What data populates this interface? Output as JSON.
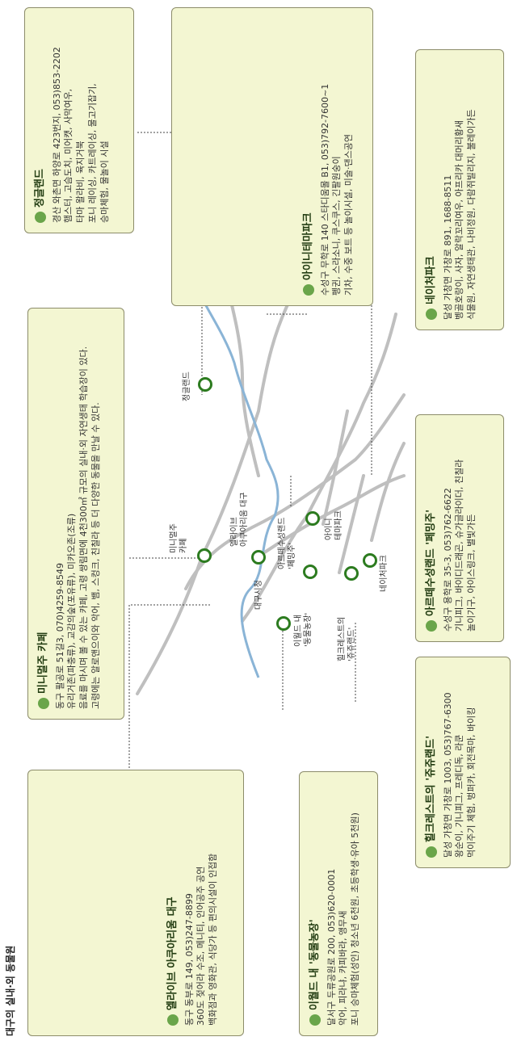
{
  "page_title": "대구의 실내·외 동물원",
  "map": {
    "labels": {
      "jungle": "정글랜드",
      "minimal": "미니멀주\n카페",
      "aqua": "엘라이브\n아쿠아리움 대구",
      "daegu_city": "대구시청",
      "eworld": "이월드 내\n'동물농장'",
      "art": "아르떼수성랜드\n'페밍주'",
      "iny": "아이니\n테마파크",
      "hill": "힐크레스트의\n'쥬쥬랜드'",
      "nature": "네이처파크"
    }
  },
  "places": [
    {
      "id": "aqua",
      "title": "엘라이브 아쿠아리움 대구",
      "lines": [
        "동구 동부로 149, 053)247-8899",
        "360도 젖어라 수조, 메니티, 인어공주 공연",
        "백화점과 영화관, 식당가 등 편의시설이 인접함"
      ]
    },
    {
      "id": "eworld",
      "title": "이월드 내 '동물농장'",
      "lines": [
        "달서구 두류공원로 200, 053)620-0001",
        "악어, 피라냐, 카피바라, 앵무새",
        "포니 승마체험(성인) 청소년 6천원, 초등학생·유아 5천원)"
      ]
    },
    {
      "id": "hill",
      "title": "힐크레스트의 '쥬쥬랜드'",
      "lines": [
        "달성 가창면 가창로 1003, 053)767-6300",
        "왕순이, 기니피그, 프레디독, 라쿤",
        "먹이주기 체험, 벙퍼카, 회전목마, 바이킹"
      ]
    },
    {
      "id": "minimal",
      "title": "미니멀주 카페",
      "lines": [
        "동구 팔공로 51길3, 070)4259-8549",
        "유리거존(파충류), 교감의숲(포유류), 미카오존(조류)",
        "음료를 마시며 볼 수 있는 카페, 고령 쌍림면에 4천300㎡ 규모의 실내·외 자연생태 학습장이 있다.",
        "고령에는 알로앤으이와 악어, 뱀, 스컹크, 친칠라 등 더 다양한 동물을 만날 수 있다."
      ]
    },
    {
      "id": "art",
      "title": "아르떼수성랜드 '페밍주'",
      "lines": [
        "수성구 용학로 35-3, 053)762-6622",
        "기니피그, 바이디드래곤, 슈가글라이더, 친칠라",
        "놀이기구, 아이스링크, 별빛가든"
      ]
    },
    {
      "id": "jungle",
      "title": "정글랜드",
      "lines": [
        "경산 와촌면 하양로 423번지, 053)853-2202",
        "햄스터, 고슴도치, 미어캣, 사막여우,",
        "타마 왈라비, 육지거북",
        "포니 레이싱, 카트레이싱, 물고기잡기,",
        "승마체험, 물놀이 시설"
      ]
    },
    {
      "id": "iny",
      "title": "아이니테마파크",
      "lines": [
        "수성구 무학로 140 스타디움몰 B1, 053)792-7600~1",
        "펭귄, 스라소니, 쿠스쿠스, 긴팔원숭이",
        "기차, 수중 보트 등 놀이시설, 미술·댄스공연"
      ]
    },
    {
      "id": "nature",
      "title": "네이처파크",
      "lines": [
        "달성 가창면 가창로 891, 1688-8511",
        "벵골호랑이, 사자, 알락꼬리여우, 아프리카 대머리황새",
        "식물원, 자연생태관, 나비정원, 다람쥐빌리지, 불레이가든"
      ]
    }
  ]
}
